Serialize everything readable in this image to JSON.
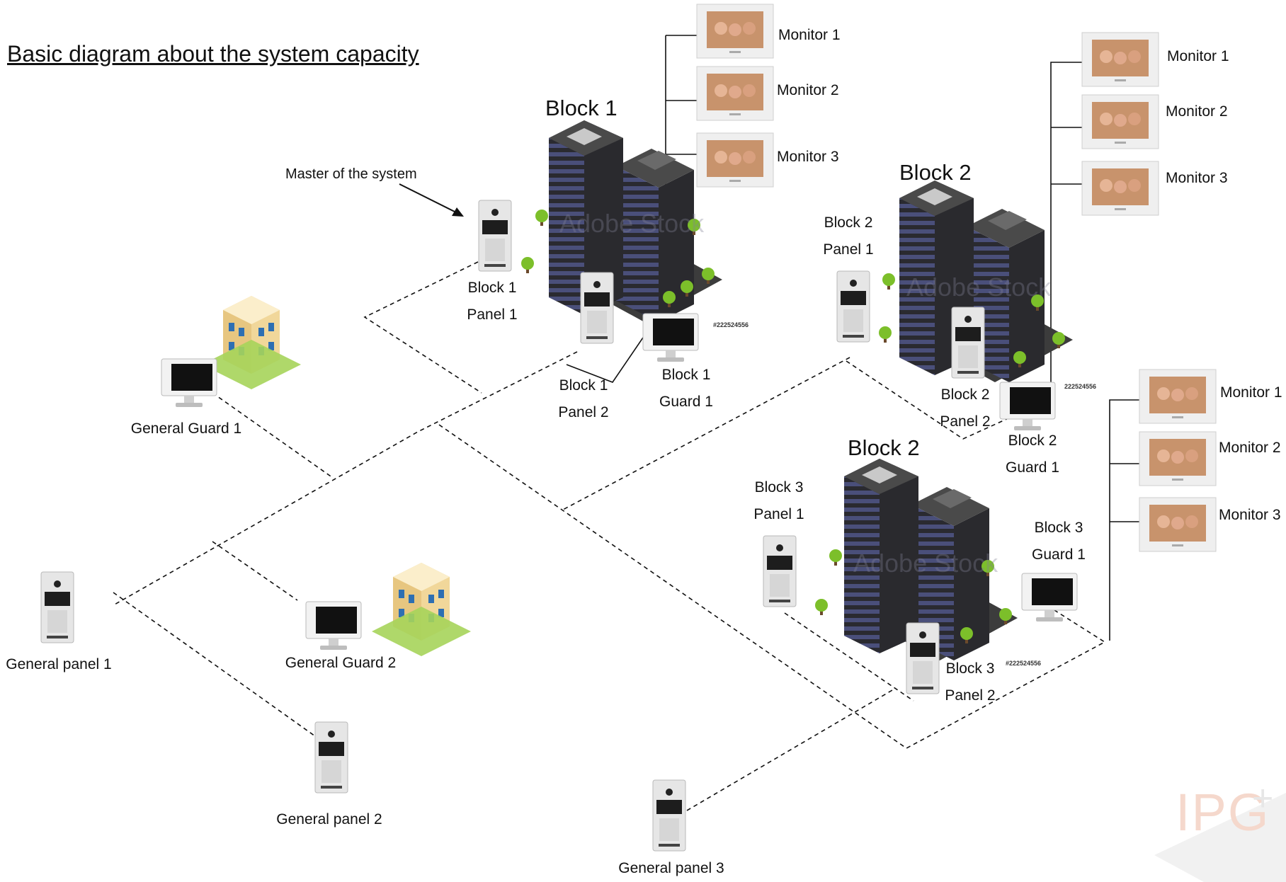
{
  "title": "Basic diagram about the system capacity",
  "annotation": "Master of the system",
  "blocks": {
    "block1": "Block 1",
    "block2_top": "Block 2",
    "block2_bottom": "Block 2"
  },
  "nodes": {
    "b1p1": {
      "line1": "Block 1",
      "line2": "Panel 1"
    },
    "b1p2": {
      "line1": "Block 1",
      "line2": "Panel 2"
    },
    "b1g1": {
      "line1": "Block 1",
      "line2": "Guard 1"
    },
    "b2p1": {
      "line1": "Block 2",
      "line2": "Panel 1"
    },
    "b2p2": {
      "line1": "Block 2",
      "line2": "Panel 2"
    },
    "b2g1": {
      "line1": "Block 2",
      "line2": "Guard 1"
    },
    "b3p1": {
      "line1": "Block 3",
      "line2": "Panel 1"
    },
    "b3p2": {
      "line1": "Block 3",
      "line2": "Panel 2"
    },
    "b3g1": {
      "line1": "Block 3",
      "line2": "Guard 1"
    },
    "gg1": "General Guard 1",
    "gg2": "General Guard 2",
    "gp1": "General panel 1",
    "gp2": "General panel 2",
    "gp3": "General panel 3"
  },
  "monitors": {
    "group1": [
      "Monitor 1",
      "Monitor 2",
      "Monitor 3"
    ],
    "group2": [
      "Monitor 1",
      "Monitor 2",
      "Monitor 3"
    ],
    "group3": [
      "Monitor 1",
      "Monitor 2",
      "Monitor 3"
    ]
  },
  "stock_ids": [
    "#222524556",
    "222524556",
    "#222524556"
  ],
  "watermark": "Adobe Stock",
  "logo": {
    "text": "IPG",
    "plus": "+"
  },
  "colors": {
    "building_stripe": "#4a4f7a",
    "building_dark": "#2a2a2e",
    "tree": "#7cbf2a",
    "house": "#f1d79a"
  }
}
